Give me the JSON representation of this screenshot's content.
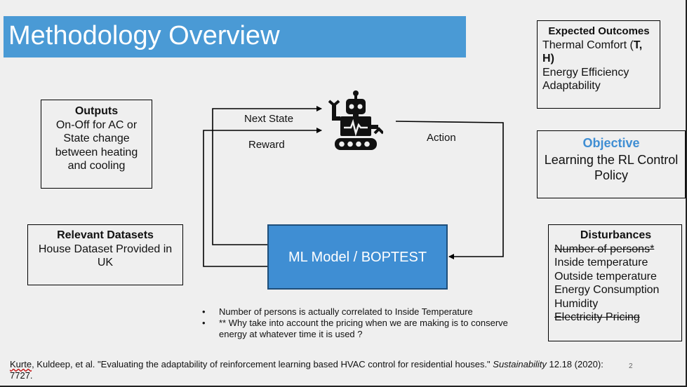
{
  "slide": {
    "title": "Methodology Overview",
    "page_number": "2"
  },
  "expected_outcomes": {
    "heading": "Expected Outcomes",
    "line1_prefix": "Thermal Comfort (",
    "line1_bold": "T,",
    "line2_bold": "H",
    "line2_suffix": ")",
    "items": [
      "Energy Efficiency",
      "Adaptability"
    ]
  },
  "objective": {
    "heading": "Objective",
    "text": "Learning the RL Control Policy"
  },
  "outputs": {
    "heading": "Outputs",
    "text": "On-Off for AC or State change between heating and cooling"
  },
  "datasets": {
    "heading": "Relevant Datasets",
    "text": "House Dataset Provided in UK"
  },
  "disturbances": {
    "heading": "Disturbances",
    "items": [
      {
        "text": "Number of persons*",
        "struck": true
      },
      {
        "text": "Inside temperature",
        "struck": false
      },
      {
        "text": "Outside temperature",
        "struck": false
      },
      {
        "text": "Energy Consumption",
        "struck": false
      },
      {
        "text": "Humidity",
        "struck": false
      },
      {
        "text": "Electricity Pricing",
        "struck": true
      }
    ]
  },
  "flow": {
    "next_state": "Next State",
    "reward": "Reward",
    "action": "Action",
    "environment": "ML Model / BOPTEST",
    "agent_icon": "robot-icon"
  },
  "notes": [
    "Number of persons is actually correlated to Inside Temperature",
    "** Why take into account the pricing when we are making is to conserve energy at whatever time it is used ?"
  ],
  "citation": {
    "author_first": "Kurte",
    "author_rest": ", Kuldeep, et al. \"Evaluating the adaptability of reinforcement learning based HVAC control for residential houses.\" ",
    "journal": "Sustainability",
    "issue": " 12.18 (2020): 7727."
  },
  "colors": {
    "title_bar": "#4a9ad5",
    "env_box": "#3f8ed3",
    "objective_heading": "#3f8ed3"
  }
}
